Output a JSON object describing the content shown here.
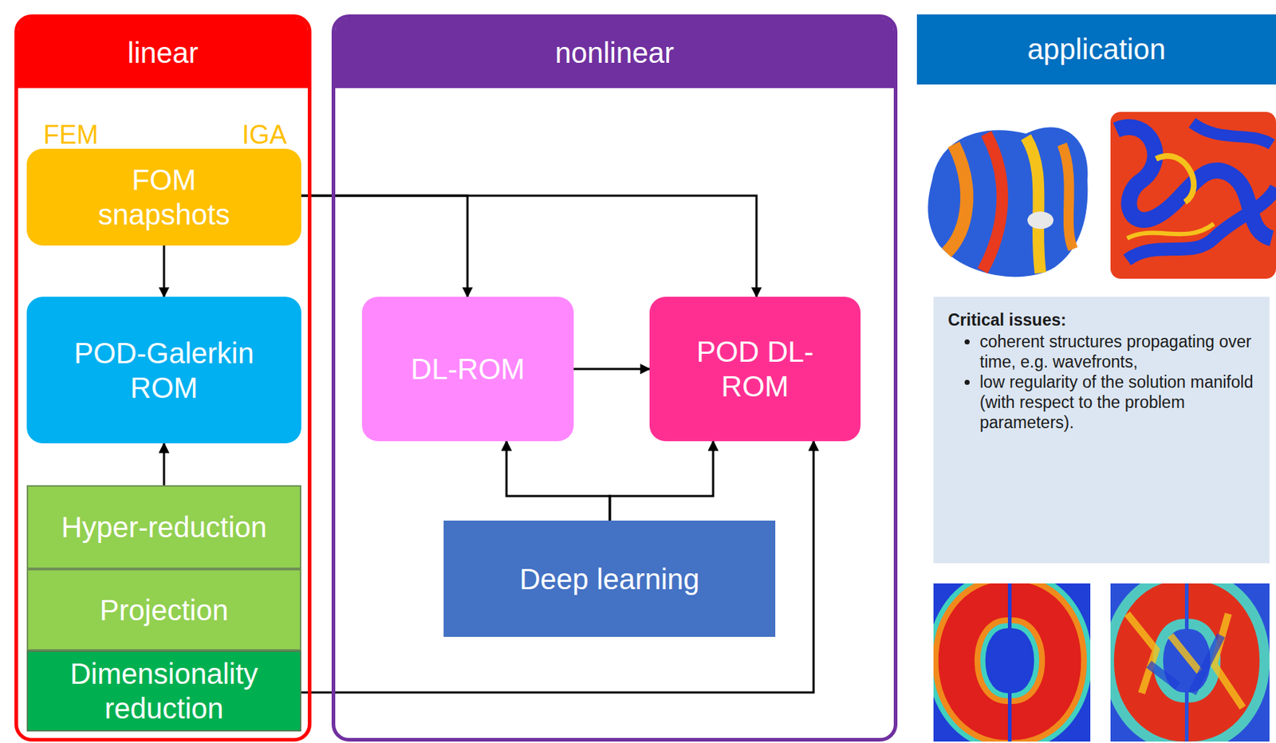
{
  "diagram": {
    "nodes": [
      {
        "text": [
          "linear"
        ]
      },
      {
        "text": [
          "FOM snapshots"
        ],
        "in": 0
      },
      {
        "text": [
          "POD-Galerkin ROM"
        ],
        "in": 0
      },
      {
        "text": [
          "Hyper-reduction"
        ],
        "in": 0
      },
      {
        "text": [
          "Projection"
        ],
        "in": 0
      },
      {
        "text": [
          "Dimensionality reduction"
        ],
        "in": 0
      },
      {
        "text": [
          "nonlinear"
        ]
      },
      {
        "text": [
          "DL-ROM"
        ],
        "in": 6
      },
      {
        "text": [
          "POD DL-ROM"
        ],
        "in": 6
      },
      {
        "text": [
          "Deep learning"
        ],
        "in": 6
      },
      {
        "text": [
          "application"
        ]
      },
      {
        "text": [
          "Critical issues:",
          "coherent structures propagating over time, e.g. wavefronts,",
          "low regularity of the solution manifold (with respect to the problem parameters)."
        ],
        "in": 10
      }
    ],
    "edges": [
      {
        "from": 1,
        "to": 2,
        "arrow": "to"
      },
      {
        "from": 3,
        "to": 2,
        "arrow": "to"
      },
      {
        "from": 1,
        "to": 7,
        "arrow": "to"
      },
      {
        "from": 1,
        "to": 8,
        "arrow": "to"
      },
      {
        "from": 7,
        "to": 8,
        "arrow": "to"
      },
      {
        "from": 9,
        "to": 7,
        "arrow": "to"
      },
      {
        "from": 9,
        "to": 8,
        "arrow": "to"
      },
      {
        "from": 5,
        "to": 8,
        "arrow": "to"
      }
    ],
    "labels": [
      "FEM",
      "IGA"
    ]
  }
}
